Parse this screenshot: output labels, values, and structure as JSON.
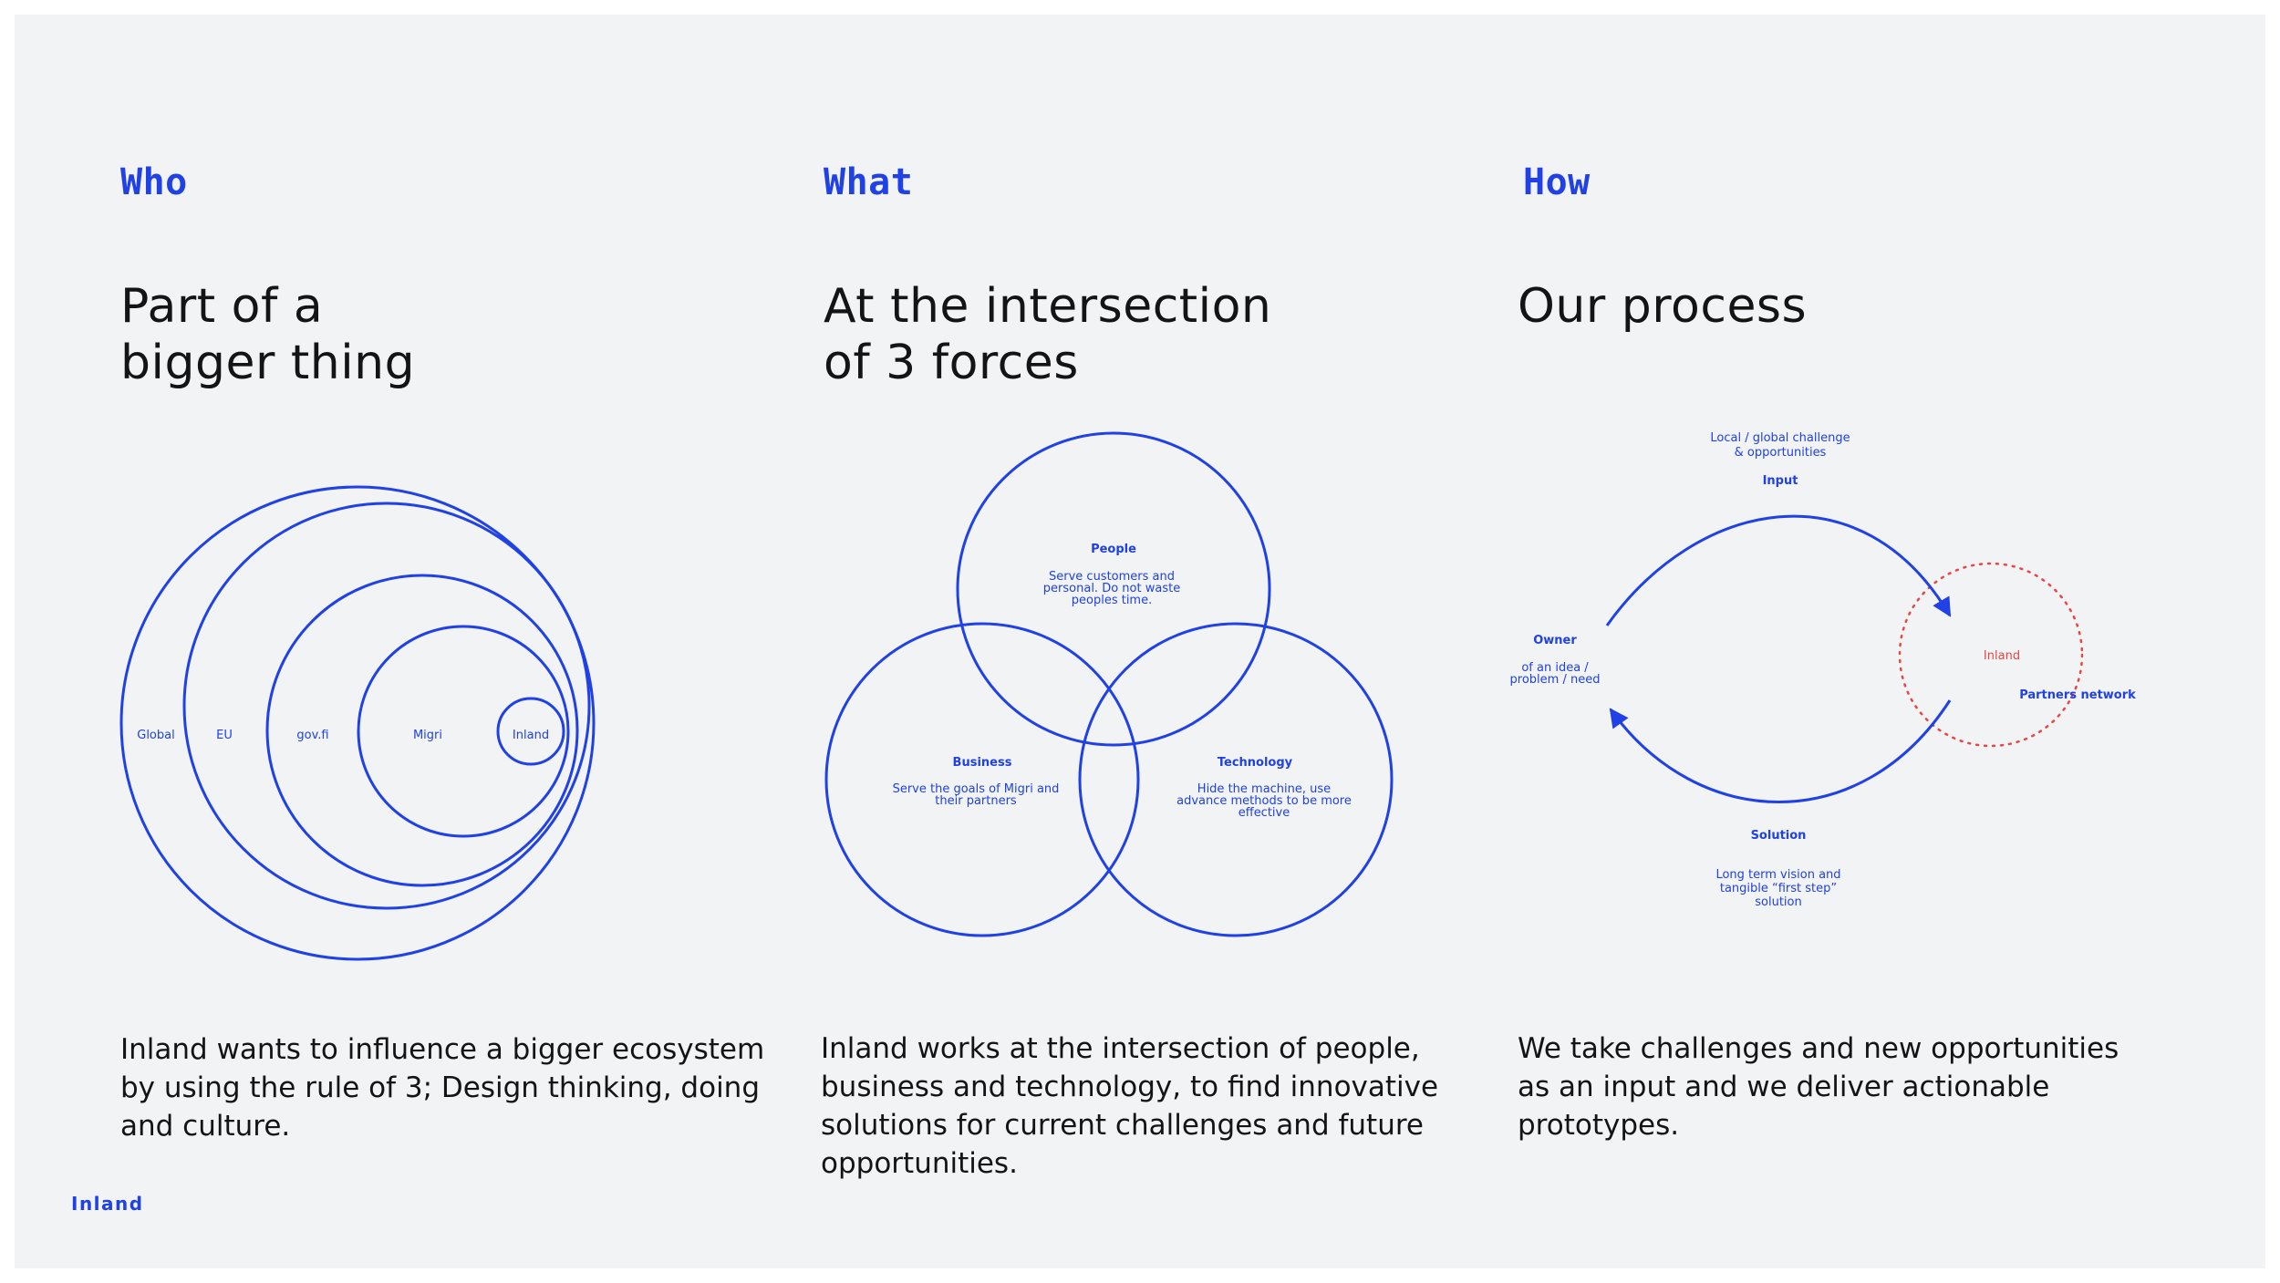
{
  "brand": "Inland",
  "colors": {
    "accent": "#1f41e6",
    "highlight": "#e84545",
    "background": "#f2f3f5",
    "text": "#141414"
  },
  "who": {
    "kicker": "Who",
    "headline": "Part of a\nbigger thing",
    "body": "Inland wants to influence a bigger ecosystem by using the rule of 3; Design thinking, doing and culture.",
    "rings": [
      "Global",
      "EU",
      "gov.fi",
      "Migri",
      "Inland"
    ]
  },
  "what": {
    "kicker": "What",
    "headline": "At the intersection\nof 3 forces",
    "body": "Inland works at the intersection of people, business and technology, to find innovative solutions for current challenges and future opportunities.",
    "people": {
      "title": "People",
      "desc": [
        "Serve customers and",
        "personal. Do not waste",
        "peoples time."
      ]
    },
    "business": {
      "title": "Business",
      "desc": [
        "Serve the goals of Migri and",
        "their partners"
      ]
    },
    "technology": {
      "title": "Technology",
      "desc": [
        "Hide the machine, use",
        "advance methods to be more",
        "effective"
      ]
    }
  },
  "how": {
    "kicker": "How",
    "headline": "Our process",
    "body": "We take challenges and new opportunities as an input and we deliver actionable prototypes.",
    "top_note": [
      "Local / global challenge",
      "& opportunities"
    ],
    "input": "Input",
    "owner_title": "Owner",
    "owner_desc": [
      "of an idea /",
      "problem / need"
    ],
    "center": "Inland",
    "partners": "Partners network",
    "solution_title": "Solution",
    "solution_desc": [
      "Long term vision and",
      "tangible “first step”",
      "solution"
    ]
  }
}
